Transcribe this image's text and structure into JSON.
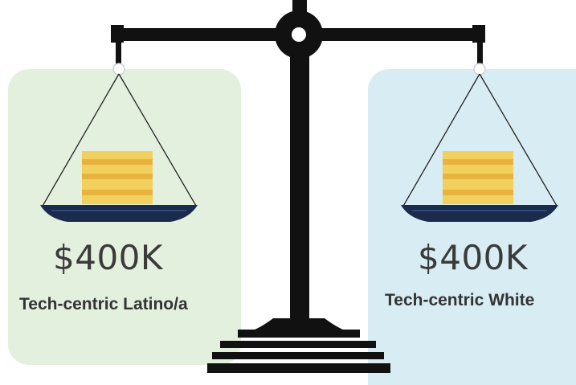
{
  "left_side": {
    "amount": "$400K",
    "label": "Tech-centric Latino/a"
  },
  "right_side": {
    "amount": "$400K",
    "label": "Tech-centric White"
  },
  "colors": {
    "left_panel_bg": "#e4f0de",
    "right_panel_bg": "#d7edf3",
    "scale": "#111111",
    "pan": "#1a2b4c",
    "gold_light": "#f2d05e",
    "gold_dark": "#e8b23f"
  },
  "icons": {
    "scale": "balance-scale-icon",
    "weight": "gold-stack-icon"
  }
}
